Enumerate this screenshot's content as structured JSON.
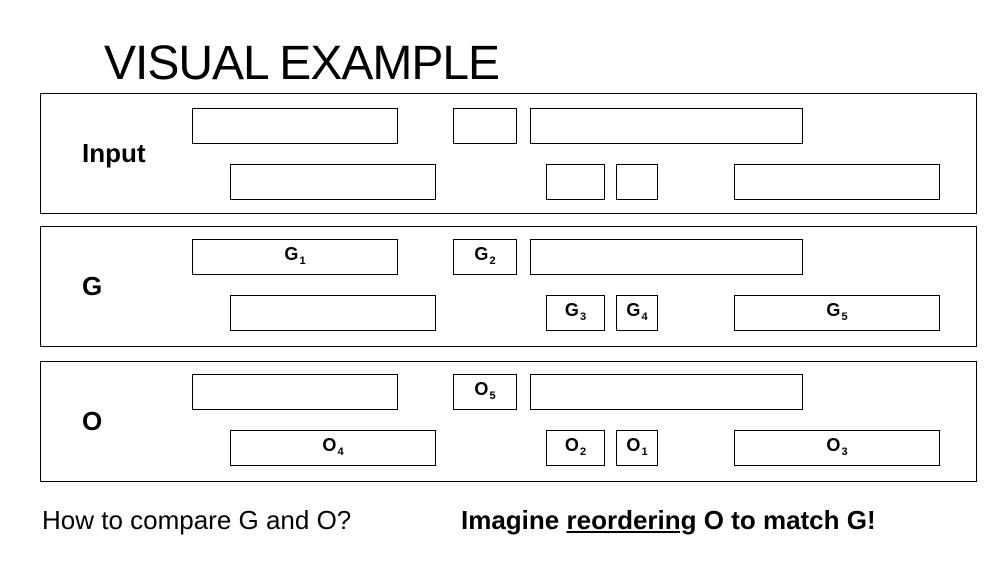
{
  "title": "VISUAL EXAMPLE",
  "panels": {
    "input": {
      "label": "Input"
    },
    "g": {
      "label": "G",
      "segments": [
        {
          "base": "G",
          "sub": "1"
        },
        {
          "base": "G",
          "sub": "2"
        },
        {
          "base": "G",
          "sub": "3"
        },
        {
          "base": "G",
          "sub": "4"
        },
        {
          "base": "G",
          "sub": "5"
        }
      ]
    },
    "o": {
      "label": "O",
      "segments": [
        {
          "base": "O",
          "sub": "5"
        },
        {
          "base": "O",
          "sub": "4"
        },
        {
          "base": "O",
          "sub": "2"
        },
        {
          "base": "O",
          "sub": "1"
        },
        {
          "base": "O",
          "sub": "3"
        }
      ]
    }
  },
  "footer": {
    "question": "How to compare G and O?",
    "hint_prefix": "Imagine ",
    "hint_underlined": "reordering",
    "hint_suffix": " O to match G!"
  }
}
